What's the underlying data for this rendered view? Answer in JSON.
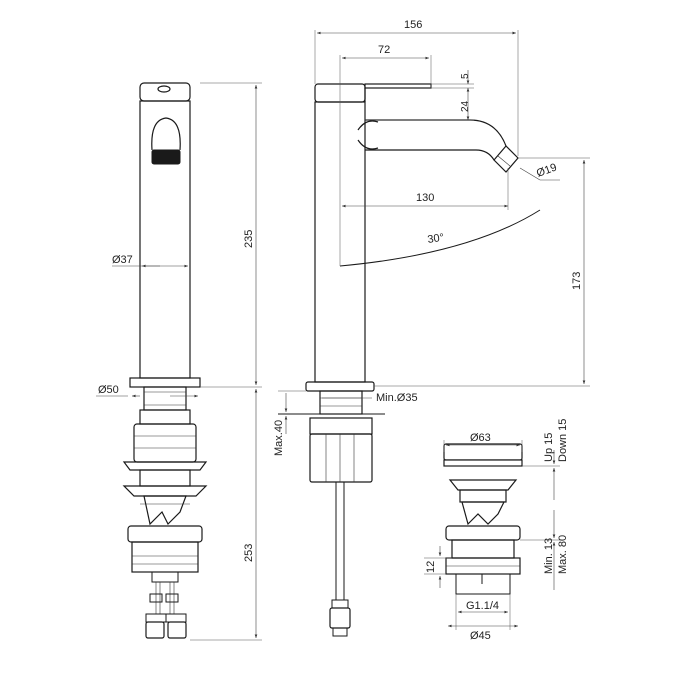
{
  "dimensions": {
    "overall_width": "156",
    "lever_offset": "72",
    "lever_thickness": "5",
    "lever_height": "24",
    "spout_reach": "130",
    "aerator_dia": "Ø19",
    "swivel_angle": "30°",
    "spout_height": "173",
    "body_height": "235",
    "body_dia": "Ø37",
    "base_dia": "Ø50",
    "hole_dia": "Min.Ø35",
    "deck_max": "Max.40",
    "below_deck_height": "253",
    "waste_dia": "Ø63",
    "up_travel": "Up 15",
    "down_travel": "Down 15",
    "waste_min": "Min. 13",
    "waste_max": "Max. 80",
    "thread_height": "12",
    "thread": "G1.1/4",
    "tail_dia": "Ø45"
  }
}
